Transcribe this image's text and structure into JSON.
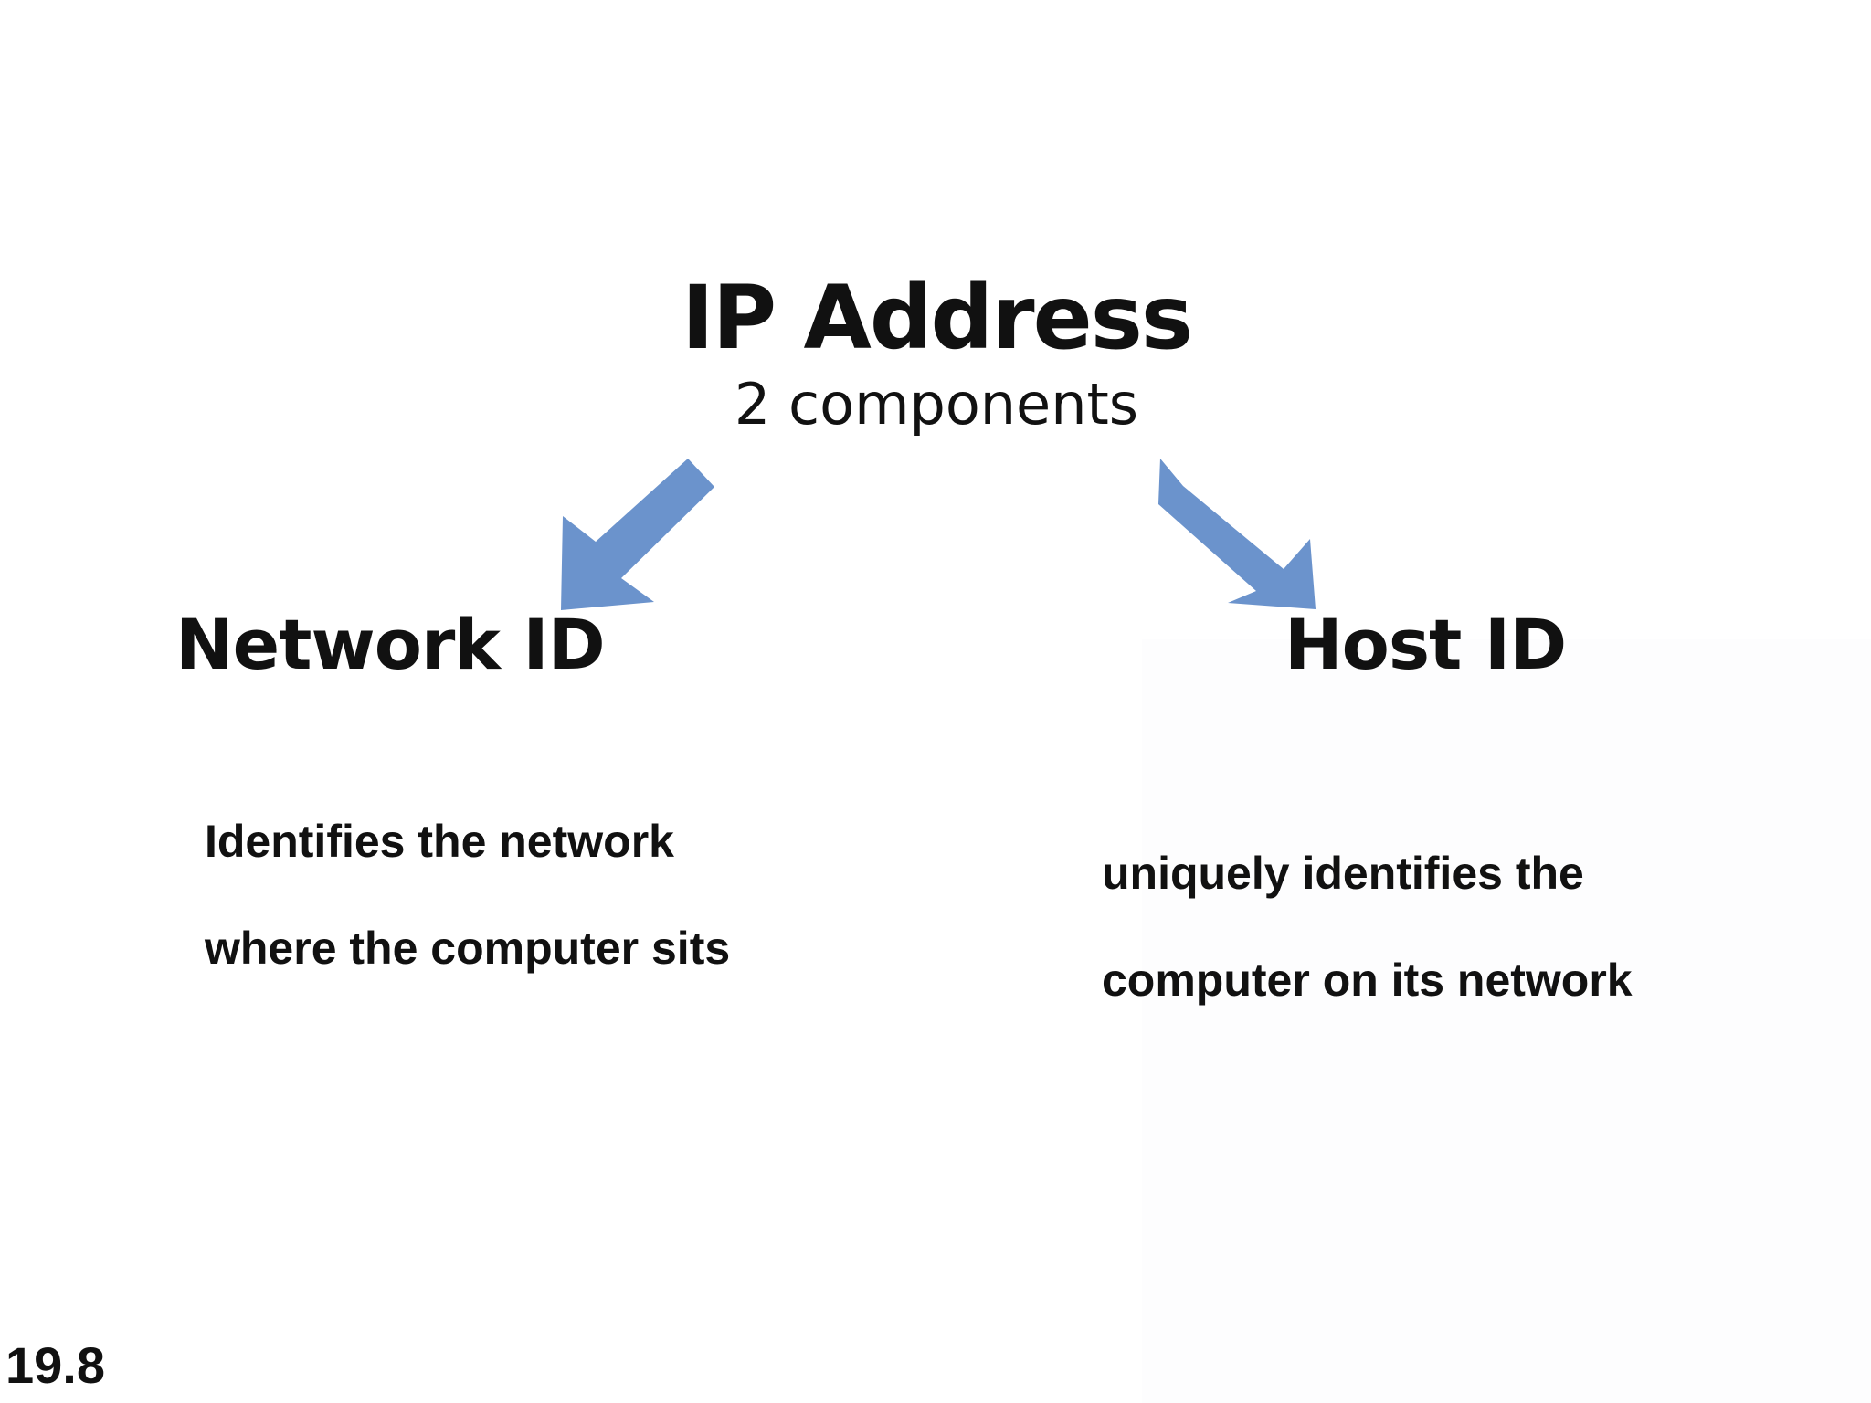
{
  "diagram": {
    "title": "IP Address",
    "subtitle": "2 components",
    "left": {
      "label": "Network ID",
      "description_line1": "Identifies the network",
      "description_line2": "where the computer sits"
    },
    "right": {
      "label": "Host ID",
      "description_line1": "uniquely identifies the",
      "description_line2": "computer on its network"
    }
  },
  "slide_number": "19.8",
  "colors": {
    "arrow": "#6b93cc",
    "text": "#111111",
    "background": "#ffffff"
  }
}
